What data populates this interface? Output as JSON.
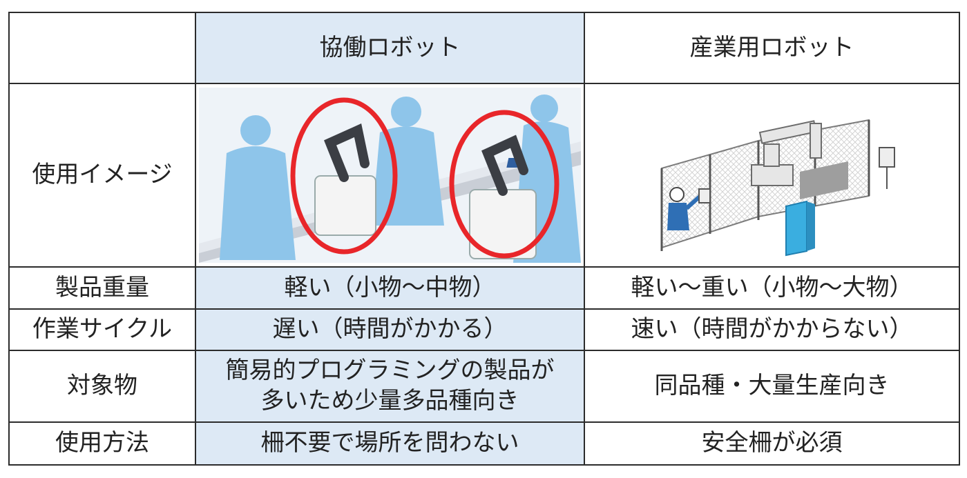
{
  "table": {
    "header": {
      "corner": "",
      "collab": "協働ロボット",
      "industrial": "産業用ロボット"
    },
    "rows": [
      {
        "label": "使用イメージ",
        "collab": "",
        "industrial": ""
      },
      {
        "label": "製品重量",
        "collab": "軽い（小物〜中物）",
        "industrial": "軽い〜重い（小物〜大物）"
      },
      {
        "label": "作業サイクル",
        "collab": "遅い（時間がかかる）",
        "industrial": "速い（時間がかからない）"
      },
      {
        "label": "対象物",
        "collab_lines": [
          "簡易的プログラミングの製品が",
          "多いため少量多品種向き"
        ],
        "industrial": "同品種・大量生産向き"
      },
      {
        "label": "使用方法",
        "collab": "柵不要で場所を問わない",
        "industrial": "安全柵が必須"
      }
    ]
  },
  "colors": {
    "highlight_column": "#dde9f5",
    "border": "#2b2b2b",
    "worker": "#8ec5ea",
    "circle": "#e8262a",
    "cabinet": "#3aaee0"
  }
}
